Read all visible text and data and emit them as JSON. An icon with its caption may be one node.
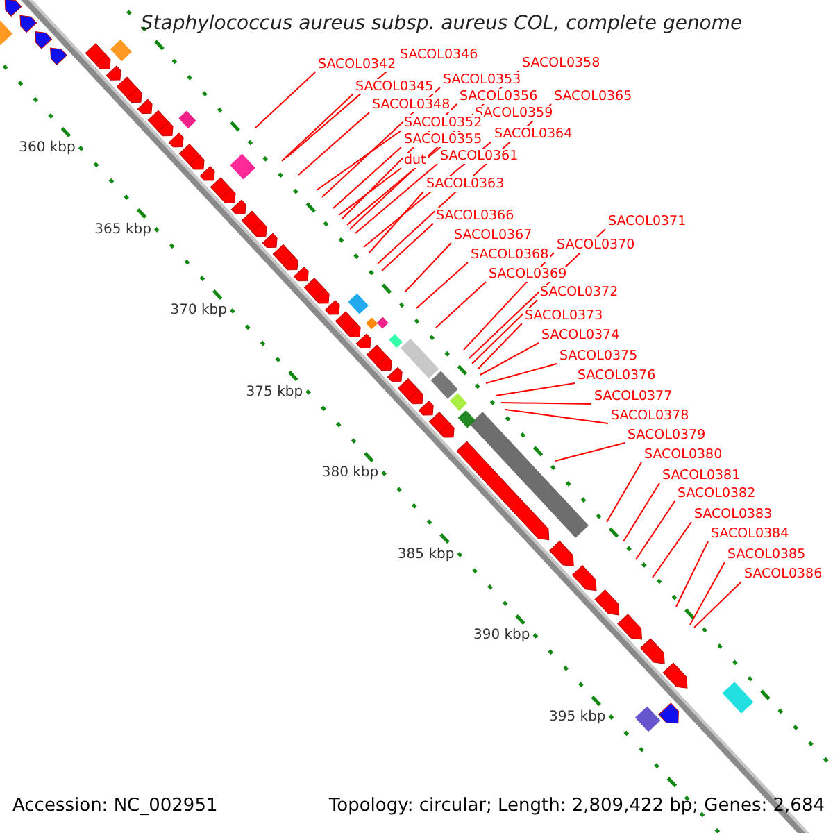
{
  "diagram": {
    "title": "Staphylococcus aureus subsp. aureus COL, complete genome",
    "nodes": [
      {
        "text": [
          "SACOL0342"
        ]
      },
      {
        "text": [
          "SACOL0346"
        ]
      },
      {
        "text": [
          "SACOL0345"
        ]
      },
      {
        "text": [
          "SACOL0353"
        ]
      },
      {
        "text": [
          "SACOL0358"
        ]
      },
      {
        "text": [
          "SACOL0348"
        ]
      },
      {
        "text": [
          "SACOL0356"
        ]
      },
      {
        "text": [
          "SACOL0365"
        ]
      },
      {
        "text": [
          "SACOL0359"
        ]
      },
      {
        "text": [
          "SACOL0352"
        ]
      },
      {
        "text": [
          "SACOL0364"
        ]
      },
      {
        "text": [
          "SACOL0355"
        ]
      },
      {
        "text": [
          "dut"
        ]
      },
      {
        "text": [
          "SACOL0361"
        ]
      },
      {
        "text": [
          "SACOL0363"
        ]
      },
      {
        "text": [
          "SACOL0366"
        ]
      },
      {
        "text": [
          "SACOL0371"
        ]
      },
      {
        "text": [
          "SACOL0367"
        ]
      },
      {
        "text": [
          "SACOL0370"
        ]
      },
      {
        "text": [
          "SACOL0368"
        ]
      },
      {
        "text": [
          "SACOL0369"
        ]
      },
      {
        "text": [
          "SACOL0372"
        ]
      },
      {
        "text": [
          "SACOL0373"
        ]
      },
      {
        "text": [
          "SACOL0374"
        ]
      },
      {
        "text": [
          "SACOL0375"
        ]
      },
      {
        "text": [
          "SACOL0376"
        ]
      },
      {
        "text": [
          "SACOL0377"
        ]
      },
      {
        "text": [
          "SACOL0378"
        ]
      },
      {
        "text": [
          "SACOL0379"
        ]
      },
      {
        "text": [
          "SACOL0380"
        ]
      },
      {
        "text": [
          "SACOL0381"
        ]
      },
      {
        "text": [
          "SACOL0382"
        ]
      },
      {
        "text": [
          "SACOL0383"
        ]
      },
      {
        "text": [
          "SACOL0384"
        ]
      },
      {
        "text": [
          "SACOL0385"
        ]
      },
      {
        "text": [
          "SACOL0386"
        ]
      }
    ],
    "edges": [
      {
        "from": 0,
        "to": null,
        "arrow": "none"
      },
      {
        "from": 1,
        "to": null,
        "arrow": "none"
      },
      {
        "from": 2,
        "to": null,
        "arrow": "none"
      },
      {
        "from": 3,
        "to": null,
        "arrow": "none"
      },
      {
        "from": 4,
        "to": null,
        "arrow": "none"
      },
      {
        "from": 5,
        "to": null,
        "arrow": "none"
      },
      {
        "from": 6,
        "to": null,
        "arrow": "none"
      },
      {
        "from": 7,
        "to": null,
        "arrow": "none"
      },
      {
        "from": 8,
        "to": null,
        "arrow": "none"
      },
      {
        "from": 9,
        "to": null,
        "arrow": "none"
      },
      {
        "from": 10,
        "to": null,
        "arrow": "none"
      },
      {
        "from": 11,
        "to": null,
        "arrow": "none"
      },
      {
        "from": 12,
        "to": null,
        "arrow": "none"
      },
      {
        "from": 13,
        "to": null,
        "arrow": "none"
      },
      {
        "from": 14,
        "to": null,
        "arrow": "none"
      },
      {
        "from": 15,
        "to": null,
        "arrow": "none"
      },
      {
        "from": 16,
        "to": null,
        "arrow": "none"
      },
      {
        "from": 17,
        "to": null,
        "arrow": "none"
      },
      {
        "from": 18,
        "to": null,
        "arrow": "none"
      },
      {
        "from": 19,
        "to": null,
        "arrow": "none"
      },
      {
        "from": 20,
        "to": null,
        "arrow": "none"
      },
      {
        "from": 21,
        "to": null,
        "arrow": "none"
      },
      {
        "from": 22,
        "to": null,
        "arrow": "none"
      },
      {
        "from": 23,
        "to": null,
        "arrow": "none"
      },
      {
        "from": 24,
        "to": null,
        "arrow": "none"
      },
      {
        "from": 25,
        "to": null,
        "arrow": "none"
      },
      {
        "from": 26,
        "to": null,
        "arrow": "none"
      },
      {
        "from": 27,
        "to": null,
        "arrow": "none"
      },
      {
        "from": 28,
        "to": null,
        "arrow": "none"
      },
      {
        "from": 29,
        "to": null,
        "arrow": "none"
      },
      {
        "from": 30,
        "to": null,
        "arrow": "none"
      },
      {
        "from": 31,
        "to": null,
        "arrow": "none"
      },
      {
        "from": 32,
        "to": null,
        "arrow": "none"
      },
      {
        "from": 33,
        "to": null,
        "arrow": "none"
      },
      {
        "from": 34,
        "to": null,
        "arrow": "none"
      },
      {
        "from": 35,
        "to": null,
        "arrow": "none"
      }
    ],
    "labels": [
      "360 kbp",
      "365 kbp",
      "370 kbp",
      "375 kbp",
      "380 kbp",
      "385 kbp",
      "390 kbp",
      "395 kbp",
      "Accession: NC_002951",
      "Topology: circular; Length: 2,809,422 bp; Genes: 2,684"
    ]
  }
}
